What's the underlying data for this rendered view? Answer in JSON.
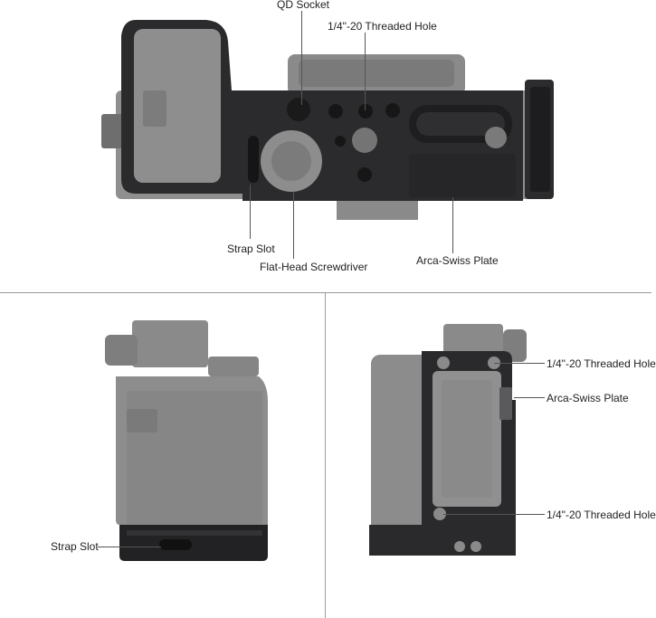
{
  "top_panel": {
    "labels": {
      "qd_socket": "QD Socket",
      "threaded_hole": "1/4\"-20 Threaded Hole",
      "strap_slot": "Strap Slot",
      "screwdriver": "Flat-Head Screwdriver",
      "arca_plate": "Arca-Swiss Plate"
    }
  },
  "bottom_left_panel": {
    "labels": {
      "strap_slot": "Strap Slot"
    }
  },
  "bottom_right_panel": {
    "labels": {
      "threaded_hole_top": "1/4\"-20 Threaded Hole",
      "arca_plate": "Arca-Swiss Plate",
      "threaded_hole_bottom": "1/4\"-20 Threaded Hole"
    }
  },
  "colors": {
    "camera_gray": "#8c8c8c",
    "cage_black": "#2a2a2c",
    "label_text": "#222222",
    "divider": "#9a9a9a"
  }
}
